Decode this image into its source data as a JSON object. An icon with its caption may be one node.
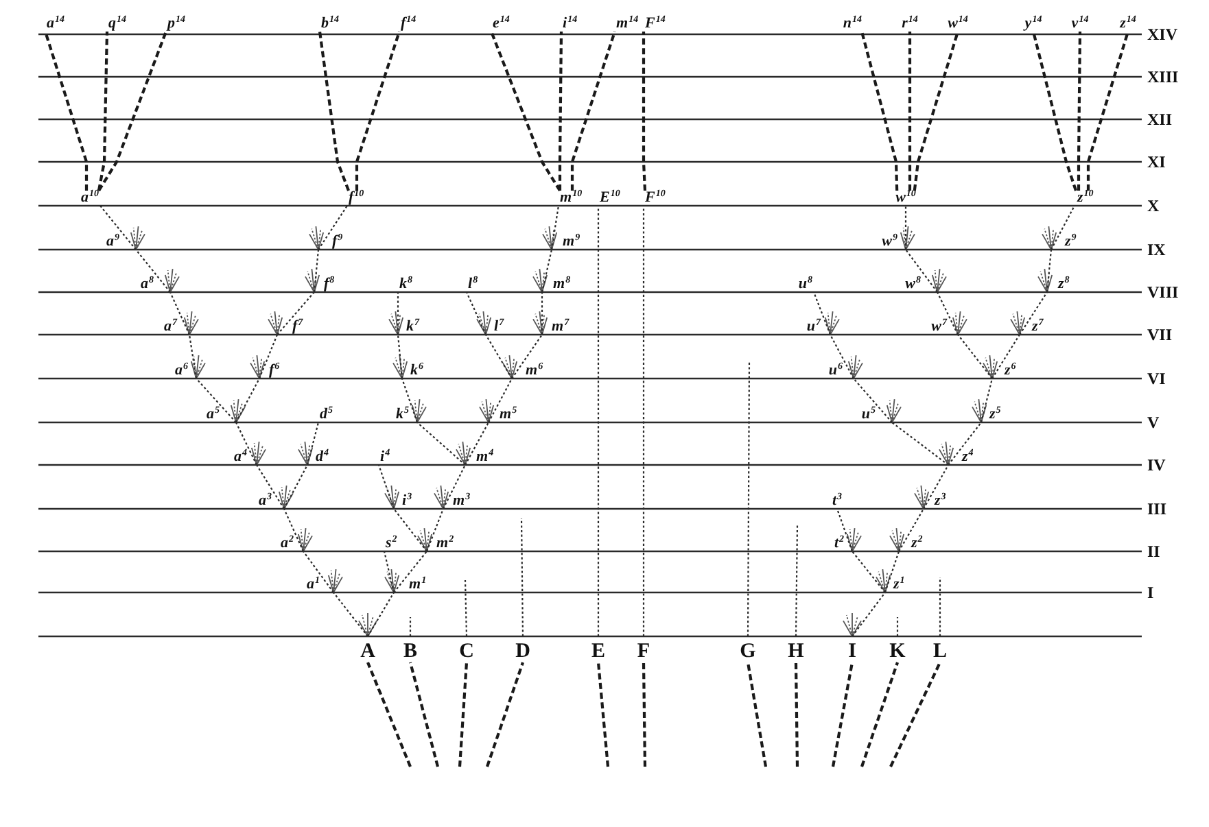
{
  "diagram": {
    "nodes": [
      {
        "text": [
          "a$^{14}$"
        ]
      },
      {
        "text": [
          "q$^{14}$"
        ]
      },
      {
        "text": [
          "p$^{14}$"
        ]
      },
      {
        "text": [
          "b$^{14}$"
        ]
      },
      {
        "text": [
          "f$^{14}$"
        ]
      },
      {
        "text": [
          "e$^{14}$"
        ]
      },
      {
        "text": [
          "i$^{14}$"
        ]
      },
      {
        "text": [
          "m$^{14}$"
        ]
      },
      {
        "text": [
          "F$^{14}$"
        ]
      },
      {
        "text": [
          "n$^{14}$"
        ]
      },
      {
        "text": [
          "r$^{14}$"
        ]
      },
      {
        "text": [
          "w$^{14}$"
        ]
      },
      {
        "text": [
          "y$^{14}$"
        ]
      },
      {
        "text": [
          "v$^{14}$"
        ]
      },
      {
        "text": [
          "z$^{14}$"
        ]
      },
      {
        "text": [
          "a$^{10}$"
        ]
      },
      {
        "text": [
          "f$^{10}$"
        ]
      },
      {
        "text": [
          "m$^{10}$"
        ]
      },
      {
        "text": [
          "E$^{10}$"
        ]
      },
      {
        "text": [
          "F$^{10}$"
        ]
      },
      {
        "text": [
          "w$^{10}$"
        ]
      },
      {
        "text": [
          "z$^{10}$"
        ]
      },
      {
        "text": [
          "a$^{9}$"
        ]
      },
      {
        "text": [
          "f$^{9}$"
        ]
      },
      {
        "text": [
          "m$^{9}$"
        ]
      },
      {
        "text": [
          "w$^{9}$"
        ]
      },
      {
        "text": [
          "z$^{9}$"
        ]
      },
      {
        "text": [
          "a$^{8}$"
        ]
      },
      {
        "text": [
          "f$^{8}$"
        ]
      },
      {
        "text": [
          "k$^{8}$"
        ]
      },
      {
        "text": [
          "l$^{8}$"
        ]
      },
      {
        "text": [
          "m$^{8}$"
        ]
      },
      {
        "text": [
          "u$^{8}$"
        ]
      },
      {
        "text": [
          "w$^{8}$"
        ]
      },
      {
        "text": [
          "z$^{8}$"
        ]
      },
      {
        "text": [
          "a$^{7}$"
        ]
      },
      {
        "text": [
          "f$^{7}$"
        ]
      },
      {
        "text": [
          "k$^{7}$"
        ]
      },
      {
        "text": [
          "l$^{7}$"
        ]
      },
      {
        "text": [
          "m$^{7}$"
        ]
      },
      {
        "text": [
          "u$^{7}$"
        ]
      },
      {
        "text": [
          "w$^{7}$"
        ]
      },
      {
        "text": [
          "z$^{7}$"
        ]
      },
      {
        "text": [
          "a$^{6}$"
        ]
      },
      {
        "text": [
          "f$^{6}$"
        ]
      },
      {
        "text": [
          "k$^{6}$"
        ]
      },
      {
        "text": [
          "m$^{6}$"
        ]
      },
      {
        "text": [
          "u$^{6}$"
        ]
      },
      {
        "text": [
          "z$^{6}$"
        ]
      },
      {
        "text": [
          "a$^{5}$"
        ]
      },
      {
        "text": [
          "d$^{5}$"
        ]
      },
      {
        "text": [
          "k$^{5}$"
        ]
      },
      {
        "text": [
          "m$^{5}$"
        ]
      },
      {
        "text": [
          "u$^{5}$"
        ]
      },
      {
        "text": [
          "z$^{5}$"
        ]
      },
      {
        "text": [
          "a$^{4}$"
        ]
      },
      {
        "text": [
          "d$^{4}$"
        ]
      },
      {
        "text": [
          "i$^{4}$"
        ]
      },
      {
        "text": [
          "m$^{4}$"
        ]
      },
      {
        "text": [
          "z$^{4}$"
        ]
      },
      {
        "text": [
          "a$^{3}$"
        ]
      },
      {
        "text": [
          "i$^{3}$"
        ]
      },
      {
        "text": [
          "m$^{3}$"
        ]
      },
      {
        "text": [
          "t$^{3}$"
        ]
      },
      {
        "text": [
          "z$^{3}$"
        ]
      },
      {
        "text": [
          "a$^{2}$"
        ]
      },
      {
        "text": [
          "s$^{2}$"
        ]
      },
      {
        "text": [
          "m$^{2}$"
        ]
      },
      {
        "text": [
          "t$^{2}$"
        ]
      },
      {
        "text": [
          "z$^{2}$"
        ]
      },
      {
        "text": [
          "a$^{1}$"
        ]
      },
      {
        "text": [
          "m$^{1}$"
        ]
      },
      {
        "text": [
          "z$^{1}$"
        ]
      },
      {
        "text": [
          "A"
        ]
      },
      {
        "text": [
          "B"
        ]
      },
      {
        "text": [
          "C"
        ]
      },
      {
        "text": [
          "D"
        ]
      },
      {
        "text": [
          "E"
        ]
      },
      {
        "text": [
          "F"
        ]
      },
      {
        "text": [
          "G"
        ]
      },
      {
        "text": [
          "H"
        ]
      },
      {
        "text": [
          "I"
        ]
      },
      {
        "text": [
          "K"
        ]
      },
      {
        "text": [
          "L"
        ]
      }
    ],
    "edges": [
      {
        "from": 15,
        "to": 0,
        "arrow": "none",
        "style": "dashed"
      },
      {
        "from": 15,
        "to": 1,
        "arrow": "none",
        "style": "dashed"
      },
      {
        "from": 15,
        "to": 2,
        "arrow": "none",
        "style": "dashed"
      },
      {
        "from": 16,
        "to": 3,
        "arrow": "none",
        "style": "dashed"
      },
      {
        "from": 16,
        "to": 4,
        "arrow": "none",
        "style": "dashed"
      },
      {
        "from": 17,
        "to": 5,
        "arrow": "none",
        "style": "dashed"
      },
      {
        "from": 17,
        "to": 6,
        "arrow": "none",
        "style": "dashed"
      },
      {
        "from": 17,
        "to": 7,
        "arrow": "none",
        "style": "dashed"
      },
      {
        "from": 19,
        "to": 8,
        "arrow": "none",
        "style": "dashed"
      },
      {
        "from": 20,
        "to": 9,
        "arrow": "none",
        "style": "dashed"
      },
      {
        "from": 20,
        "to": 10,
        "arrow": "none",
        "style": "dashed"
      },
      {
        "from": 20,
        "to": 11,
        "arrow": "none",
        "style": "dashed"
      },
      {
        "from": 21,
        "to": 12,
        "arrow": "none",
        "style": "dashed"
      },
      {
        "from": 21,
        "to": 13,
        "arrow": "none",
        "style": "dashed"
      },
      {
        "from": 21,
        "to": 14,
        "arrow": "none",
        "style": "dashed"
      },
      {
        "from": 73,
        "to": 70,
        "arrow": "none"
      },
      {
        "from": 73,
        "to": 71,
        "arrow": "none"
      },
      {
        "from": 70,
        "to": 65,
        "arrow": "none"
      },
      {
        "from": 71,
        "to": 66,
        "arrow": "none"
      },
      {
        "from": 71,
        "to": 67,
        "arrow": "none"
      },
      {
        "from": 65,
        "to": 60,
        "arrow": "none"
      },
      {
        "from": 67,
        "to": 61,
        "arrow": "none"
      },
      {
        "from": 67,
        "to": 62,
        "arrow": "none"
      },
      {
        "from": 60,
        "to": 55,
        "arrow": "none"
      },
      {
        "from": 60,
        "to": 56,
        "arrow": "none"
      },
      {
        "from": 61,
        "to": 57,
        "arrow": "none"
      },
      {
        "from": 62,
        "to": 58,
        "arrow": "none"
      },
      {
        "from": 55,
        "to": 49,
        "arrow": "none"
      },
      {
        "from": 56,
        "to": 50,
        "arrow": "none"
      },
      {
        "from": 58,
        "to": 51,
        "arrow": "none"
      },
      {
        "from": 58,
        "to": 52,
        "arrow": "none"
      },
      {
        "from": 49,
        "to": 43,
        "arrow": "none"
      },
      {
        "from": 49,
        "to": 44,
        "arrow": "none"
      },
      {
        "from": 51,
        "to": 45,
        "arrow": "none"
      },
      {
        "from": 52,
        "to": 46,
        "arrow": "none"
      },
      {
        "from": 43,
        "to": 35,
        "arrow": "none"
      },
      {
        "from": 44,
        "to": 36,
        "arrow": "none"
      },
      {
        "from": 45,
        "to": 37,
        "arrow": "none"
      },
      {
        "from": 46,
        "to": 38,
        "arrow": "none"
      },
      {
        "from": 46,
        "to": 39,
        "arrow": "none"
      },
      {
        "from": 35,
        "to": 27,
        "arrow": "none"
      },
      {
        "from": 36,
        "to": 28,
        "arrow": "none"
      },
      {
        "from": 37,
        "to": 29,
        "arrow": "none"
      },
      {
        "from": 38,
        "to": 30,
        "arrow": "none"
      },
      {
        "from": 39,
        "to": 31,
        "arrow": "none"
      },
      {
        "from": 27,
        "to": 22,
        "arrow": "none"
      },
      {
        "from": 28,
        "to": 23,
        "arrow": "none"
      },
      {
        "from": 31,
        "to": 24,
        "arrow": "none"
      },
      {
        "from": 22,
        "to": 15,
        "arrow": "none"
      },
      {
        "from": 23,
        "to": 16,
        "arrow": "none"
      },
      {
        "from": 24,
        "to": 17,
        "arrow": "none"
      },
      {
        "from": 77,
        "to": 18,
        "arrow": "none"
      },
      {
        "from": 78,
        "to": 19,
        "arrow": "none"
      },
      {
        "from": 81,
        "to": 72,
        "arrow": "none"
      },
      {
        "from": 72,
        "to": 68,
        "arrow": "none"
      },
      {
        "from": 72,
        "to": 69,
        "arrow": "none"
      },
      {
        "from": 68,
        "to": 63,
        "arrow": "none"
      },
      {
        "from": 69,
        "to": 64,
        "arrow": "none"
      },
      {
        "from": 64,
        "to": 59,
        "arrow": "none"
      },
      {
        "from": 59,
        "to": 53,
        "arrow": "none"
      },
      {
        "from": 59,
        "to": 54,
        "arrow": "none"
      },
      {
        "from": 53,
        "to": 47,
        "arrow": "none"
      },
      {
        "from": 54,
        "to": 48,
        "arrow": "none"
      },
      {
        "from": 47,
        "to": 40,
        "arrow": "none"
      },
      {
        "from": 48,
        "to": 41,
        "arrow": "none"
      },
      {
        "from": 48,
        "to": 42,
        "arrow": "none"
      },
      {
        "from": 40,
        "to": 32,
        "arrow": "none"
      },
      {
        "from": 41,
        "to": 33,
        "arrow": "none"
      },
      {
        "from": 42,
        "to": 34,
        "arrow": "none"
      },
      {
        "from": 33,
        "to": 25,
        "arrow": "none"
      },
      {
        "from": 34,
        "to": 26,
        "arrow": "none"
      },
      {
        "from": 25,
        "to": 20,
        "arrow": "none"
      },
      {
        "from": 26,
        "to": 21,
        "arrow": "none"
      },
      {
        "from": 74,
        "to": null,
        "arrow": "none"
      },
      {
        "from": 75,
        "to": null,
        "arrow": "none"
      },
      {
        "from": 76,
        "to": null,
        "arrow": "none"
      },
      {
        "from": 79,
        "to": null,
        "arrow": "none"
      },
      {
        "from": 80,
        "to": null,
        "arrow": "none"
      },
      {
        "from": 82,
        "to": null,
        "arrow": "none"
      },
      {
        "from": 83,
        "to": null,
        "arrow": "none"
      },
      {
        "from": null,
        "to": 73,
        "arrow": "none",
        "style": "dashed"
      },
      {
        "from": null,
        "to": 74,
        "arrow": "none",
        "style": "dashed"
      },
      {
        "from": null,
        "to": 75,
        "arrow": "none",
        "style": "dashed"
      },
      {
        "from": null,
        "to": 76,
        "arrow": "none",
        "style": "dashed"
      },
      {
        "from": null,
        "to": 77,
        "arrow": "none",
        "style": "dashed"
      },
      {
        "from": null,
        "to": 78,
        "arrow": "none",
        "style": "dashed"
      },
      {
        "from": null,
        "to": 79,
        "arrow": "none",
        "style": "dashed"
      },
      {
        "from": null,
        "to": 80,
        "arrow": "none",
        "style": "dashed"
      },
      {
        "from": null,
        "to": 81,
        "arrow": "none",
        "style": "dashed"
      },
      {
        "from": null,
        "to": 82,
        "arrow": "none",
        "style": "dashed"
      },
      {
        "from": null,
        "to": 83,
        "arrow": "none",
        "style": "dashed"
      }
    ],
    "labels": [
      "XIV",
      "XIII",
      "XII",
      "XI",
      "X",
      "IX",
      "VIII",
      "VII",
      "VI",
      "V",
      "IV",
      "III",
      "II",
      "I"
    ]
  }
}
